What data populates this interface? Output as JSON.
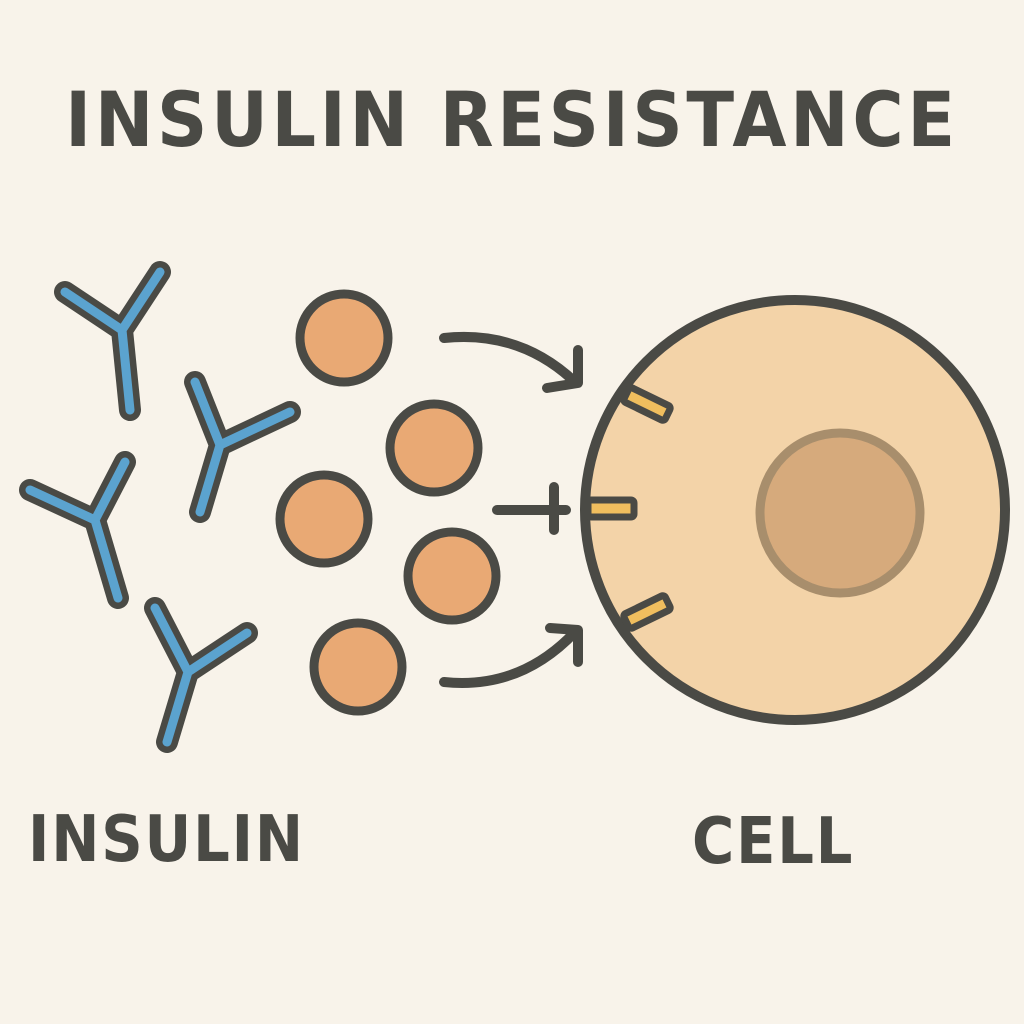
{
  "title": "INSULIN RESISTANCE",
  "labels": {
    "insulin": "INSULIN",
    "cell": "CELL"
  },
  "colors": {
    "background": "#f8f3ea",
    "outline": "#4a4a45",
    "receptor_y_fill": "#5ba3cf",
    "insulin_circle_fill": "#e9a974",
    "cell_fill": "#f3d3a8",
    "nucleus_fill": "#d6aa7c",
    "nucleus_outline": "#a88e6c",
    "receptor_fill": "#f0be5e"
  },
  "icons": {
    "y_shapes": "antibody-y-icon",
    "circles": "insulin-molecule-icon",
    "arrows": "curved-arrow-icon",
    "blocked": "blocked-inhibition-icon",
    "cell": "cell-icon",
    "nucleus": "nucleus-icon",
    "receptors": "cell-receptor-icon"
  }
}
